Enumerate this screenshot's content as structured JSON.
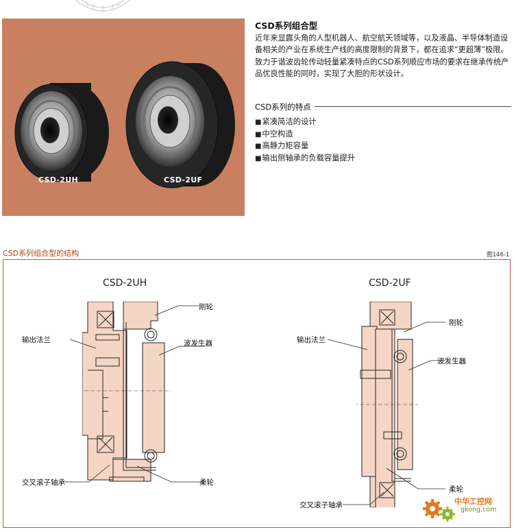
{
  "section": {
    "title": "CSD系列组合型",
    "intro": [
      "近年来显露头角的人型机器人、航空航天领域等，以及液晶、半导体制造设备相关的产业在系统生产线的高度限制的背景下，都在追求“更超薄”极限。",
      "致力于谐波齿轮传动轻量紧凑特点的CSD系列顺应市场的要求在继承传统产品优良性能的同时，实现了大胆的形状设计。"
    ],
    "features_heading": "CSD系列的特点",
    "features": [
      "紧凑简洁的设计",
      "中空构造",
      "高静力矩容量",
      "输出侧轴承的负载容量提升"
    ]
  },
  "photo": {
    "background": "#c98060",
    "labels": [
      "CSD-2UH",
      "CSD-2UF"
    ]
  },
  "structure": {
    "title": "CSD系列组合型的结构",
    "figure_number": "图146-1",
    "models": [
      {
        "name": "CSD-2UH",
        "labels": {
          "circular_spline": "刚轮",
          "output_flange": "输出法兰",
          "wave_generator": "波发生器",
          "cross_roller_bearing": "交叉滚子轴承",
          "flexspline": "柔轮"
        }
      },
      {
        "name": "CSD-2UF",
        "labels": {
          "circular_spline": "刚轮",
          "output_flange": "输出法兰",
          "wave_generator": "波发生器",
          "flexspline": "柔轮",
          "cross_roller_bearing": "交叉滚子轴承"
        }
      }
    ]
  },
  "watermark": {
    "text": "中华工控网",
    "url": "gkong.com"
  },
  "colors": {
    "accent": "#b8411a",
    "part": "#f5d5c4",
    "photo_bg": "#c98060"
  }
}
